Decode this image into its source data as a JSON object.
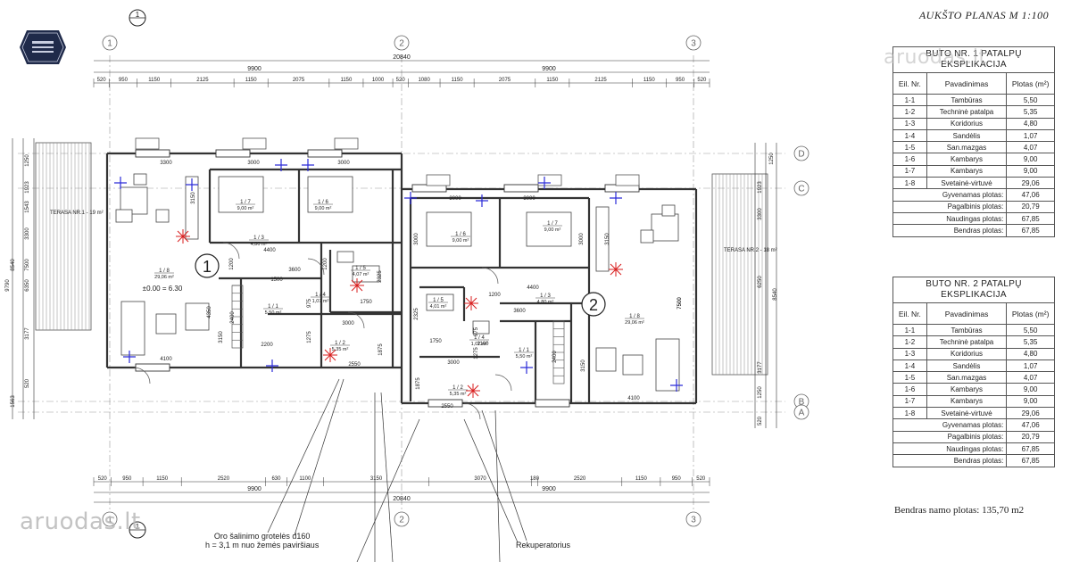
{
  "header": {
    "plan_title": "AUKŠTO PLANAS M 1:100"
  },
  "watermark": {
    "text": "aruodas.lt"
  },
  "badge": {
    "text": ""
  },
  "axes": {
    "v1": "1",
    "v2": "2",
    "v3": "3",
    "hD": "D",
    "hC": "C",
    "hB": "B",
    "hA": "A",
    "section": "1"
  },
  "dims": {
    "top_total": "20840",
    "top_left": "9900",
    "top_right": "9900",
    "top_seg": [
      "520",
      "950",
      "1150",
      "2125",
      "1150",
      "2075",
      "1150",
      "1000",
      "520",
      "1080",
      "1150",
      "2075",
      "1150",
      "2125",
      "1150",
      "950",
      "520"
    ],
    "bottom_seg": [
      "520",
      "950",
      "1150",
      "2520",
      "630",
      "1100",
      "3150",
      "3070",
      "180",
      "2520",
      "1150",
      "950",
      "520"
    ],
    "left": [
      "1250",
      "1923",
      "1543",
      "3300",
      "7500",
      "8540",
      "9790",
      "6350",
      "3177",
      "520",
      "1563"
    ],
    "right": [
      "1250",
      "1923",
      "3300",
      "6250",
      "8540",
      "7500",
      "3177",
      "1250",
      "520"
    ]
  },
  "apartments": [
    {
      "label": "1",
      "level": "±0.00 = 6.30",
      "terrace": "TERASA NR.1 - 19 m²",
      "rooms": [
        {
          "code": "1 / 7",
          "area": "9,00 m²"
        },
        {
          "code": "1 / 6",
          "area": "9,00 m²"
        },
        {
          "code": "1 / 8",
          "area": "29,06 m²"
        },
        {
          "code": "1 / 3",
          "area": "4,80 m²"
        },
        {
          "code": "1 / 5",
          "area": "4,07 m²"
        },
        {
          "code": "1 / 4",
          "area": "1,07 m²"
        },
        {
          "code": "1 / 1",
          "area": "5,50 m²"
        },
        {
          "code": "1 / 2",
          "area": "5,35 m²"
        }
      ],
      "inner_dims": [
        "3300",
        "3000",
        "3000",
        "3150",
        "4400",
        "1200",
        "3600",
        "1200",
        "1500",
        "2325",
        "975",
        "1750",
        "3000",
        "1275",
        "1875",
        "2200",
        "2550",
        "4100",
        "3150",
        "4350",
        "2400"
      ]
    },
    {
      "label": "2",
      "terrace": "TERASA NR.2 - 18 m²",
      "rooms": [
        {
          "code": "1 / 6",
          "area": "9,00 m²"
        },
        {
          "code": "1 / 7",
          "area": "9,00 m²"
        },
        {
          "code": "1 / 5",
          "area": "4,01 m²"
        },
        {
          "code": "1 / 3",
          "area": "4,80 m²"
        },
        {
          "code": "1 / 4",
          "area": "1,07 m²"
        },
        {
          "code": "1 / 8",
          "area": "29,06 m²"
        },
        {
          "code": "1 / 1",
          "area": "5,50 m²"
        },
        {
          "code": "1 / 2",
          "area": "5,35 m²"
        }
      ],
      "inner_dims": [
        "3000",
        "3000",
        "3150",
        "3000",
        "3000",
        "4400",
        "3600",
        "1200",
        "2325",
        "1750",
        "1100",
        "1275",
        "1875",
        "2550",
        "2400",
        "3150",
        "4100",
        "7500",
        "3000",
        "975"
      ]
    }
  ],
  "callouts": {
    "vent": "Oro šalinimo grotelės d160",
    "vent_h": "h = 3,1 m nuo žemės paviršiaus",
    "recup": "Rekuperatorius"
  },
  "tables": [
    {
      "caption1": "BUTO NR. 1 PATALPŲ",
      "caption2": "EKSPLIKACIJA",
      "h1": "Eil. Nr.",
      "h2": "Pavadinimas",
      "h3": "Plotas (m²)",
      "rows": [
        [
          "1-1",
          "Tambūras",
          "5,50"
        ],
        [
          "1-2",
          "Techninė patalpa",
          "5,35"
        ],
        [
          "1-3",
          "Koridorius",
          "4,80"
        ],
        [
          "1-4",
          "Sandėlis",
          "1,07"
        ],
        [
          "1-5",
          "San.mazgas",
          "4,07"
        ],
        [
          "1-6",
          "Kambarys",
          "9,00"
        ],
        [
          "1-7",
          "Kambarys",
          "9,00"
        ],
        [
          "1-8",
          "Svetainė-virtuvė",
          "29,06"
        ]
      ],
      "sums": [
        [
          "Gyvenamas plotas:",
          "47,06"
        ],
        [
          "Pagalbinis plotas:",
          "20,79"
        ],
        [
          "Naudingas plotas:",
          "67,85"
        ],
        [
          "Bendras plotas:",
          "67,85"
        ]
      ]
    },
    {
      "caption1": "BUTO NR. 2 PATALPŲ",
      "caption2": "EKSPLIKACIJA",
      "h1": "Eil. Nr.",
      "h2": "Pavadinimas",
      "h3": "Plotas (m²)",
      "rows": [
        [
          "1-1",
          "Tambūras",
          "5,50"
        ],
        [
          "1-2",
          "Techninė patalpa",
          "5,35"
        ],
        [
          "1-3",
          "Koridorius",
          "4,80"
        ],
        [
          "1-4",
          "Sandėlis",
          "1,07"
        ],
        [
          "1-5",
          "San.mazgas",
          "4,07"
        ],
        [
          "1-6",
          "Kambarys",
          "9,00"
        ],
        [
          "1-7",
          "Kambarys",
          "9,00"
        ],
        [
          "1-8",
          "Svetainė-virtuvė",
          "29,06"
        ]
      ],
      "sums": [
        [
          "Gyvenamas plotas:",
          "47,06"
        ],
        [
          "Pagalbinis plotas:",
          "20,79"
        ],
        [
          "Naudingas plotas:",
          "67,85"
        ],
        [
          "Bendras plotas:",
          "67,85"
        ]
      ]
    }
  ],
  "total": "Bendras namo plotas: 135,70 m2",
  "colors": {
    "line": "#222222",
    "accent": "#2b2bd8",
    "marker": "#d81e1e"
  }
}
